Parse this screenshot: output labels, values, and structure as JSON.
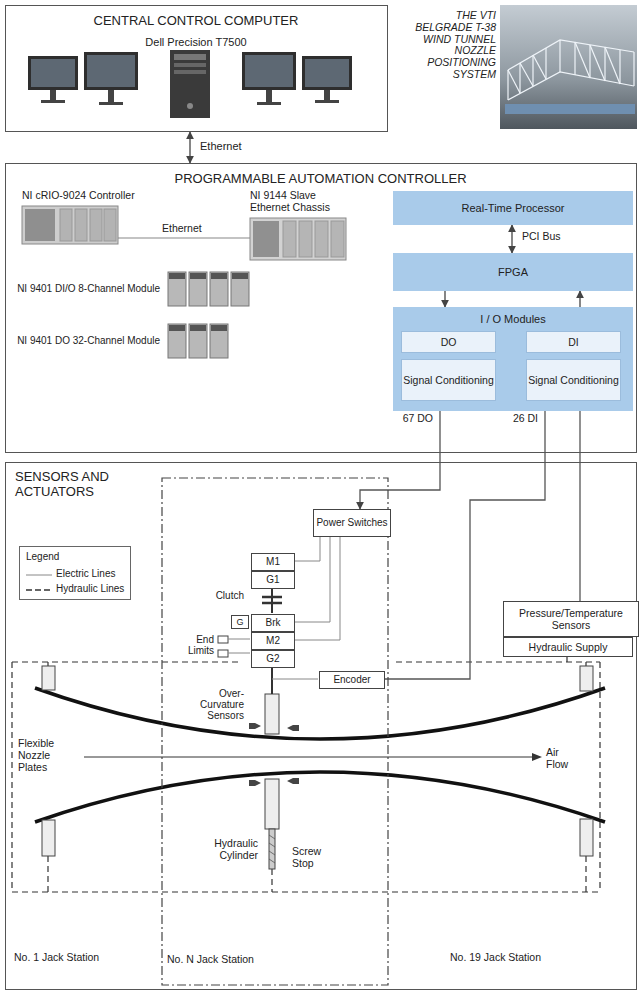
{
  "diagram": {
    "nodes": [
      {
        "text": [
          "CENTRAL CONTROL COMPUTER",
          "Dell Precision T7500"
        ]
      },
      {
        "text": [
          "PROGRAMMABLE AUTOMATION CONTROLLER"
        ]
      },
      {
        "text": [
          "Real-Time Processor"
        ],
        "in": 1
      },
      {
        "text": [
          "FPGA"
        ],
        "in": 1
      },
      {
        "text": [
          "I / O Modules"
        ],
        "in": 1
      },
      {
        "text": [
          "DO"
        ],
        "in": 4
      },
      {
        "text": [
          "DI"
        ],
        "in": 4
      },
      {
        "text": [
          "Signal Conditioning"
        ],
        "in": 4
      },
      {
        "text": [
          "Signal Conditioning"
        ],
        "in": 4
      },
      {
        "text": [
          "SENSORS AND ACTUATORS"
        ]
      },
      {
        "text": [
          "Legend"
        ],
        "in": 9
      },
      {
        "text": [
          "No. N Jack Station"
        ],
        "in": 9
      },
      {
        "text": [
          "Power Switches"
        ],
        "in": 11
      },
      {
        "text": [
          "M1"
        ],
        "in": 11
      },
      {
        "text": [
          "G1"
        ],
        "in": 11
      },
      {
        "text": [
          "G"
        ],
        "in": 11
      },
      {
        "text": [
          "Brk"
        ],
        "in": 11
      },
      {
        "text": [
          "M2"
        ],
        "in": 11
      },
      {
        "text": [
          "G2"
        ],
        "in": 11
      },
      {
        "text": [
          "Encoder"
        ],
        "in": 11
      },
      {
        "text": [
          "Pressure/Temperature Sensors"
        ],
        "in": 9
      },
      {
        "text": [
          "Hydraulic Supply"
        ],
        "in": 9
      }
    ],
    "edges": [
      {
        "from": 0,
        "to": 1,
        "label": "Ethernet",
        "arrow": "both"
      },
      {
        "from": 2,
        "to": 3,
        "label": "PCI Bus",
        "arrow": "both"
      },
      {
        "from": 3,
        "to": 4,
        "arrow": "to"
      },
      {
        "from": 4,
        "to": 3,
        "arrow": "to"
      },
      {
        "from": 7,
        "to": 12,
        "label": "67 DO",
        "arrow": "to"
      },
      {
        "from": 19,
        "to": 8,
        "label": "26 DI",
        "arrow": "to"
      },
      {
        "from": 20,
        "to": 8,
        "arrow": "to"
      },
      {
        "from": 12,
        "to": 13,
        "arrow": "none"
      },
      {
        "from": 12,
        "to": 16,
        "arrow": "none"
      },
      {
        "from": 12,
        "to": 17,
        "arrow": "none"
      }
    ],
    "labels": [
      "THE VTI BELGRADE T-38 WIND TUNNEL NOZZLE POSITIONING SYSTEM",
      "NI cRIO-9024 Controller",
      "Ethernet",
      "NI 9144 Slave Ethernet Chassis",
      "NI 9401 DI/O 8-Channel Module",
      "NI 9401 DO 32-Channel Module",
      "Clutch",
      "End Limits",
      "Over-Curvature Sensors",
      "Flexible Nozzle Plates",
      "Air Flow",
      "Hydraulic Cylinder",
      "Screw Stop",
      "No. 1 Jack Station",
      "No. 19 Jack Station"
    ],
    "legend": [
      {
        "text": "Electric Lines"
      },
      {
        "text": "Hydraulic Lines"
      }
    ]
  }
}
